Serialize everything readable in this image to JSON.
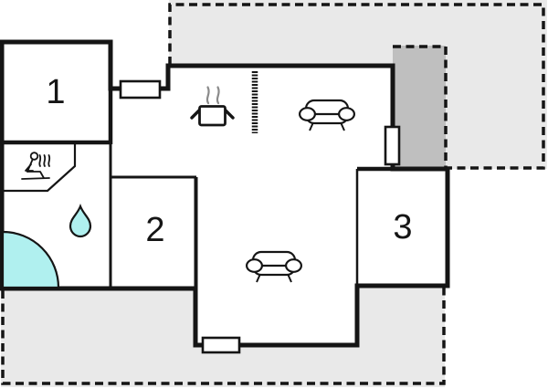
{
  "floorplan": {
    "rooms": [
      {
        "label": "1"
      },
      {
        "label": "2"
      },
      {
        "label": "3"
      }
    ],
    "colors": {
      "wall": "#151515",
      "terrace_light": "#e9e9e9",
      "terrace_dark": "#bfbfbf",
      "water": "#b0f0ef",
      "interior": "#ffffff",
      "steam": "#8a8a8a"
    },
    "icons": {
      "sofa": "sofa-icon",
      "cooking_pot": "cooking-pot-icon",
      "steam": "steam-icon",
      "sauna": "sauna-person-icon",
      "water_drop": "water-drop-icon",
      "corner_shower": "corner-shower-icon",
      "window": "window-symbol",
      "ladder": "dashed-divider"
    }
  }
}
